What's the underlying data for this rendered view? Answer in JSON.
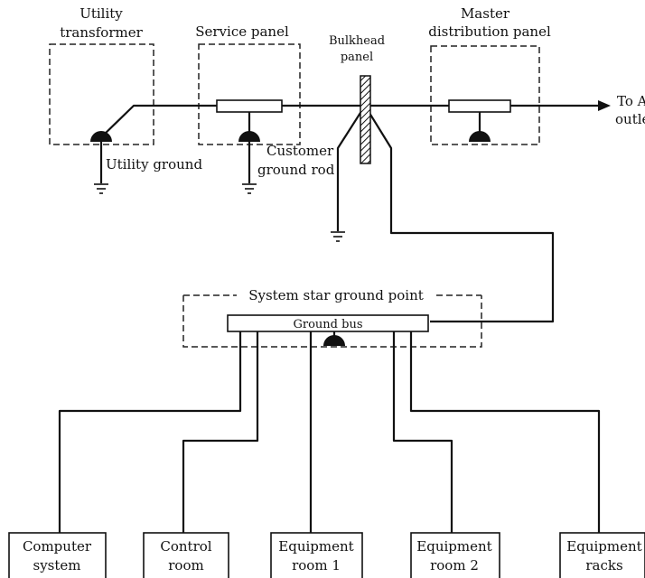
{
  "boxes": {
    "utility_transformer": [
      "Utility",
      "transformer"
    ],
    "service_panel": [
      "Service panel"
    ],
    "bulkhead_panel": [
      "Bulkhead",
      "panel"
    ],
    "master_distribution_panel": [
      "Master",
      "distribution panel"
    ]
  },
  "labels": {
    "to_ac_outlets": [
      "To AC",
      "outlets"
    ],
    "utility_ground": "Utility ground",
    "customer_ground_rod": [
      "Customer",
      "ground rod"
    ],
    "system_star_ground_point": "System star ground point",
    "ground_bus": "Ground bus"
  },
  "rooms": [
    [
      "Computer",
      "system"
    ],
    [
      "Control",
      "room"
    ],
    [
      "Equipment",
      "room 1"
    ],
    [
      "Equipment",
      "room 2"
    ],
    [
      "Equipment",
      "racks"
    ]
  ]
}
